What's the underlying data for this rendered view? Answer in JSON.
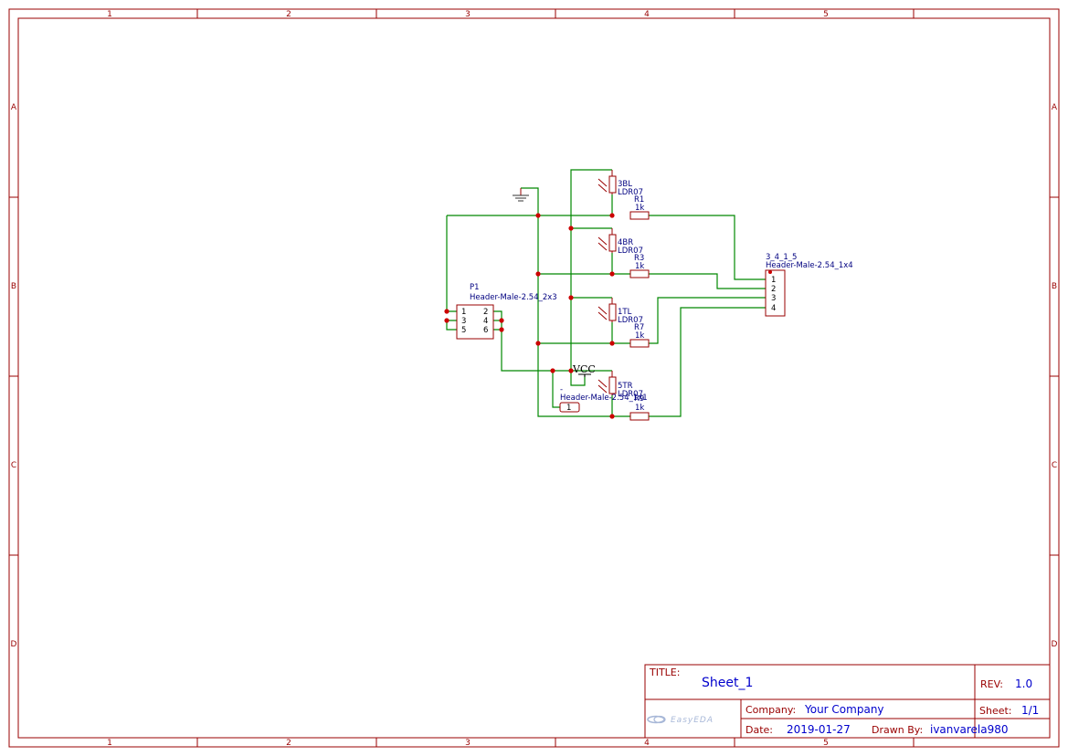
{
  "frame": {
    "columns": [
      "1",
      "2",
      "3",
      "4",
      "5"
    ],
    "rows": [
      "A",
      "B",
      "C",
      "D"
    ]
  },
  "title_block": {
    "title_label": "TITLE:",
    "title": "Sheet_1",
    "rev_label": "REV:",
    "rev": "1.0",
    "company_label": "Company:",
    "company": "Your Company",
    "sheet_label": "Sheet:",
    "sheet": "1/1",
    "date_label": "Date:",
    "date": "2019-01-27",
    "drawn_by_label": "Drawn By:",
    "drawn_by": "ivanvarela980",
    "logo_text": "EasyEDA"
  },
  "components": {
    "p1": {
      "prefix": "P1",
      "value": "Header-Male-2.54_2x3",
      "pins": [
        "1",
        "2",
        "3",
        "4",
        "5",
        "6"
      ]
    },
    "conn4": {
      "prefix": "3_4_1_5",
      "value": "Header-Male-2.54_1x4",
      "pins": [
        "1",
        "2",
        "3",
        "4"
      ]
    },
    "ldr_3bl": {
      "prefix": "3BL",
      "value": "LDR07"
    },
    "ldr_4br": {
      "prefix": "4BR",
      "value": "LDR07"
    },
    "ldr_1tl": {
      "prefix": "1TL",
      "value": "LDR07"
    },
    "ldr_5tr": {
      "prefix": "5TR",
      "value": "LDR07"
    },
    "r1": {
      "prefix": "R1",
      "value": "1k"
    },
    "r3": {
      "prefix": "R3",
      "value": "1k"
    },
    "r7": {
      "prefix": "R7",
      "value": "1k"
    },
    "r9": {
      "prefix": "R9",
      "value": "1k"
    },
    "hdr1": {
      "prefix": "-",
      "value": "Header-Male-2.54_1x1",
      "pin": "1"
    }
  },
  "net_flags": {
    "vcc": "VCC"
  },
  "colors": {
    "frame": "#990000",
    "wire": "#008800",
    "junction": "#cc0000",
    "text_blue": "#000080",
    "title_blue": "#0000cc"
  }
}
